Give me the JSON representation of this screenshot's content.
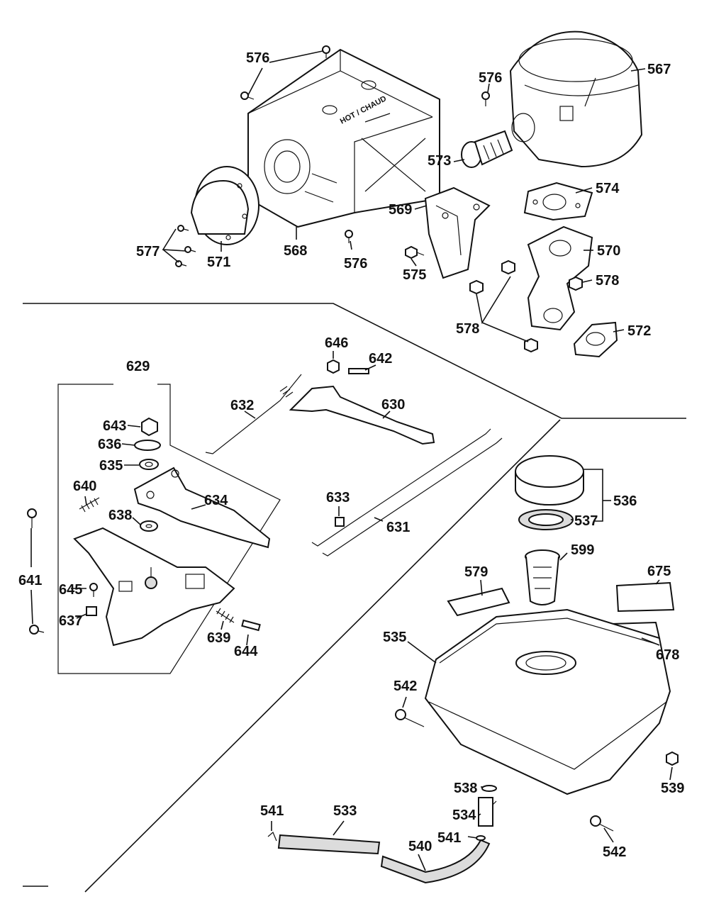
{
  "diagram": {
    "muffler_cover_text": "HOT / CHAUD",
    "labels": {
      "l576a": "576",
      "l567": "567",
      "l576b": "576",
      "l573": "573",
      "l574": "574",
      "l569": "569",
      "l570": "570",
      "l575": "575",
      "l578a": "578",
      "l578b": "578",
      "l572": "572",
      "l577": "577",
      "l571": "571",
      "l568": "568",
      "l576c": "576",
      "l629": "629",
      "l646": "646",
      "l642": "642",
      "l632": "632",
      "l630": "630",
      "l643": "643",
      "l636": "636",
      "l635": "635",
      "l640": "640",
      "l634": "634",
      "l638": "638",
      "l633": "633",
      "l631": "631",
      "l641": "641",
      "l645": "645",
      "l637": "637",
      "l639": "639",
      "l644": "644",
      "l536": "536",
      "l537": "537",
      "l579": "579",
      "l599": "599",
      "l675": "675",
      "l535": "535",
      "l678": "678",
      "l542a": "542",
      "l538": "538",
      "l539": "539",
      "l541a": "541",
      "l533": "533",
      "l534": "534",
      "l541b": "541",
      "l540": "540",
      "l542b": "542"
    }
  }
}
